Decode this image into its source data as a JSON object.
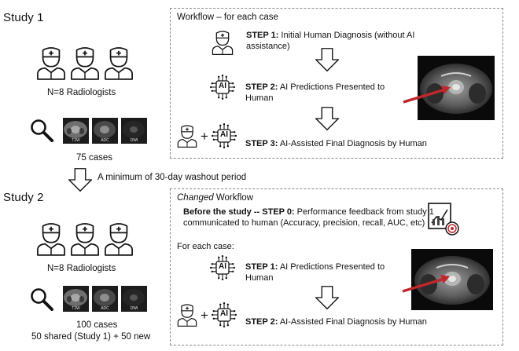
{
  "study1": {
    "title": "Study 1",
    "radiologists_label": "N=8 Radiologists",
    "thumbs": [
      "T2W",
      "ADC",
      "DWI"
    ],
    "cases_label": "75 cases"
  },
  "washout": {
    "label": "A minimum of 30-day washout period"
  },
  "study2": {
    "title": "Study 2",
    "radiologists_label": "N=8 Radiologists",
    "thumbs": [
      "T2W",
      "ADC",
      "DWI"
    ],
    "cases_label": "100 cases",
    "cases_sub": "50 shared (Study 1) + 50 new"
  },
  "workflow1": {
    "header": "Workflow – for each case",
    "step1_bold": "STEP 1:",
    "step1_text": " Initial Human Diagnosis (without AI assistance)",
    "step2_bold": "STEP 2:",
    "step2_text": " AI Predictions Presented to Human",
    "step3_bold": "STEP 3:",
    "step3_text": " AI-Assisted Final Diagnosis by Human"
  },
  "workflow2": {
    "header_italic": "Changed",
    "header_rest": " Workflow",
    "step0_bold": "Before the study -- STEP 0:",
    "step0_text": " Performance feedback from study 1 communicated to human (Accuracy, precision, recall, AUC, etc)",
    "for_each": "For each case:",
    "step1_bold": "STEP 1:",
    "step1_text": " AI Predictions Presented to Human",
    "step2_bold": "STEP 2:",
    "step2_text": " AI-Assisted Final Diagnosis by Human"
  },
  "ai_label": "AI",
  "plus": "+",
  "colors": {
    "arrow_red": "#c0272d",
    "dash": "#8a8a8a"
  }
}
